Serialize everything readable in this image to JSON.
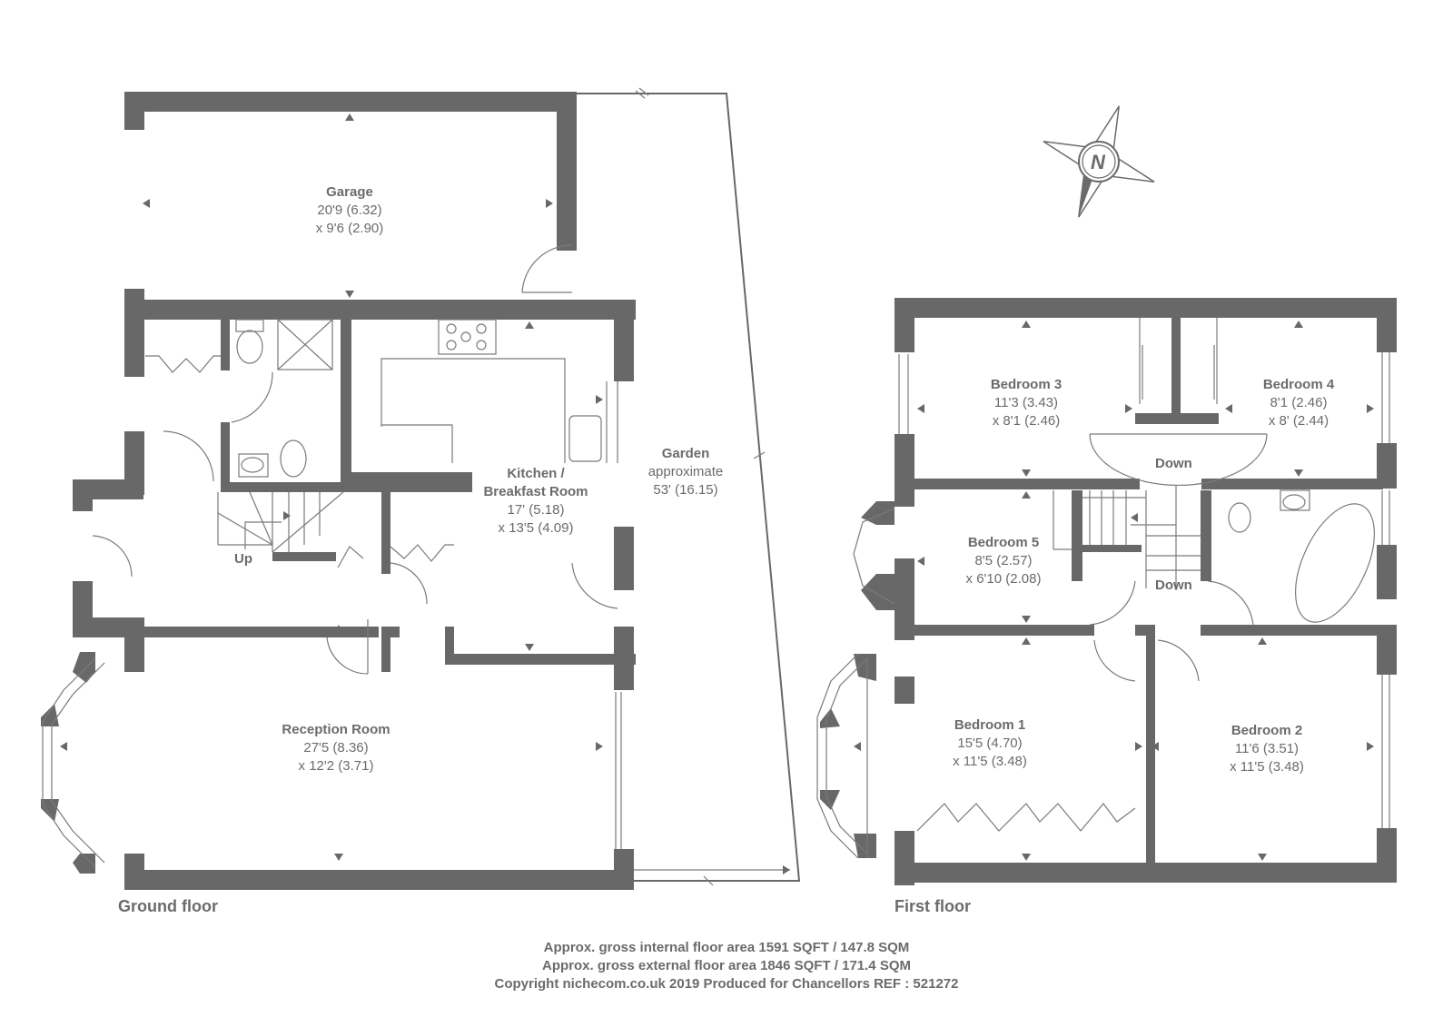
{
  "floors": {
    "ground": {
      "label": "Ground floor",
      "rooms": [
        {
          "name": "Garage",
          "dim1": "20'9 (6.32)",
          "dim2": "x 9'6 (2.90)"
        },
        {
          "name": "Kitchen /",
          "name2": "Breakfast Room",
          "dim1": "17' (5.18)",
          "dim2": "x 13'5 (4.09)"
        },
        {
          "name": "Garden",
          "dim1": "approximate",
          "dim2": "53' (16.15)"
        },
        {
          "name": "Reception Room",
          "dim1": "27'5 (8.36)",
          "dim2": "x 12'2 (3.71)"
        }
      ],
      "stairs_label": "Up"
    },
    "first": {
      "label": "First floor",
      "rooms": [
        {
          "name": "Bedroom 3",
          "dim1": "11'3 (3.43)",
          "dim2": "x 8'1 (2.46)"
        },
        {
          "name": "Bedroom 4",
          "dim1": "8'1 (2.46)",
          "dim2": "x 8' (2.44)"
        },
        {
          "name": "Bedroom 5",
          "dim1": "8'5 (2.57)",
          "dim2": "x 6'10 (2.08)"
        },
        {
          "name": "Bedroom 1",
          "dim1": "15'5 (4.70)",
          "dim2": "x 11'5 (3.48)"
        },
        {
          "name": "Bedroom 2",
          "dim1": "11'6 (3.51)",
          "dim2": "x 11'5 (3.48)"
        }
      ],
      "stairs_labels": [
        "Down",
        "Down"
      ]
    }
  },
  "compass": {
    "label": "N",
    "icon": "north-compass-icon"
  },
  "footer": {
    "internal_area": "Approx. gross internal floor area 1591 SQFT / 147.8 SQM",
    "external_area": "Approx. gross external floor area 1846 SQFT / 171.4 SQM",
    "copyright": "Copyright nichecom.co.uk 2019 Produced for Chancellors REF : 521272"
  },
  "colors": {
    "wall": "#686868",
    "line": "#7a7a7a",
    "text": "#6b6b6b",
    "background": "#ffffff"
  }
}
